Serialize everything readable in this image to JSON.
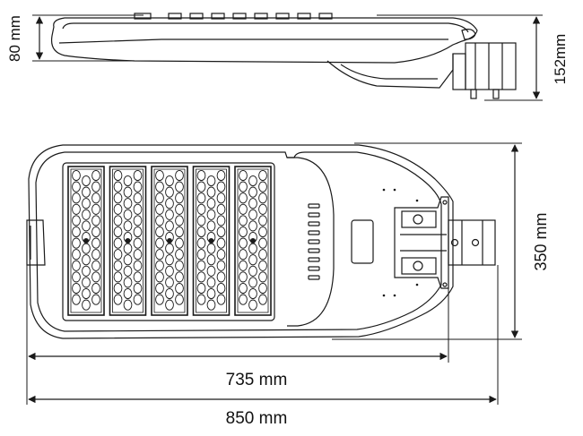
{
  "dimensions": {
    "side_height": "80 mm",
    "bracket_height": "152mm",
    "top_width": "350 mm",
    "body_length": "735 mm",
    "total_length": "850 mm"
  },
  "drawing": {
    "line_color": "#1a1a1a",
    "background": "#ffffff",
    "led_modules": 5
  }
}
